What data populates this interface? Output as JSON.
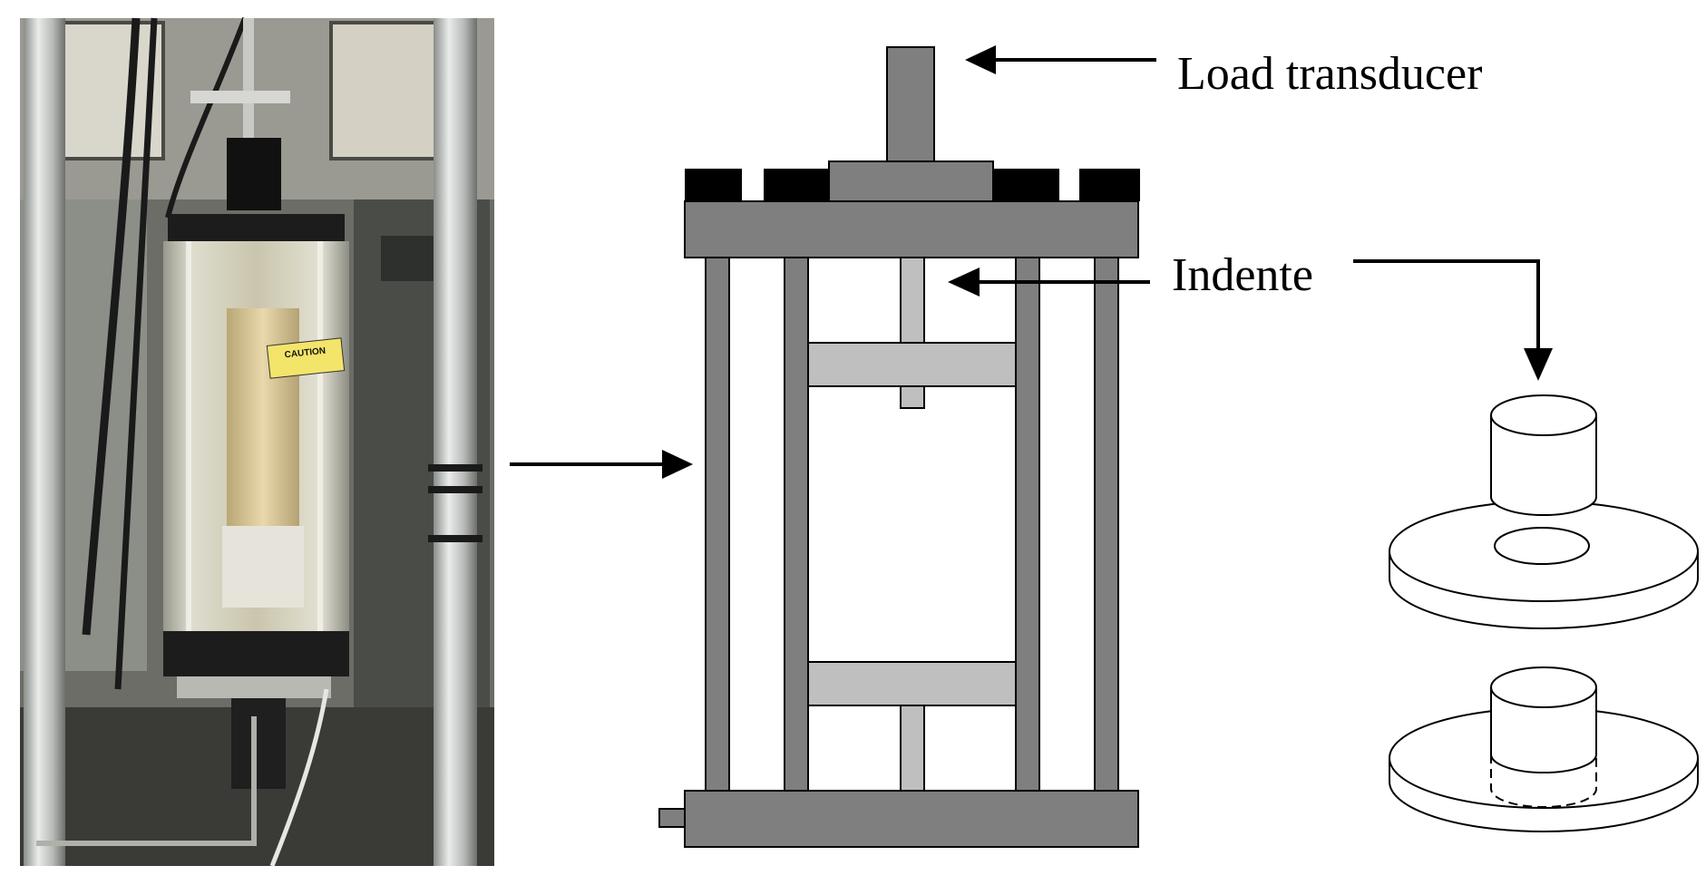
{
  "labels": {
    "load_transducer": "Load transducer",
    "indente": "Indente"
  },
  "photo": {
    "caution_sticker": "CAUTION"
  },
  "colors": {
    "frame_dark_gray": "#7f7f7f",
    "frame_light_gray": "#bfbfbf",
    "black_blocks": "#000000",
    "outline": "#000000",
    "photo_background": "#6e6f68",
    "specimen_tan": "#d8c79c"
  }
}
